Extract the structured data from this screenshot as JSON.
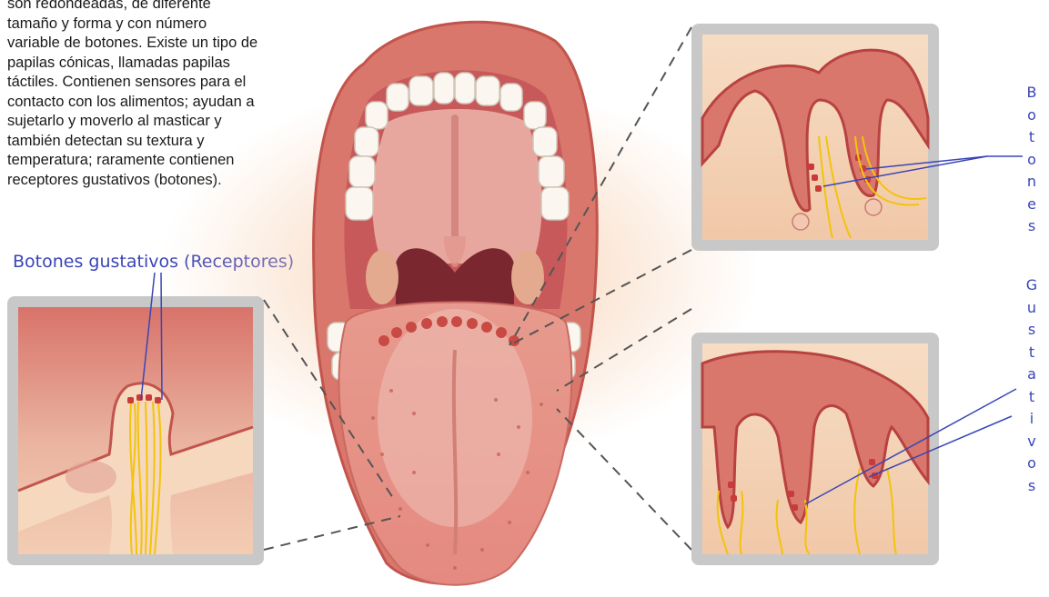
{
  "description_lines": [
    "son redondeadas, de diferente",
    "tamaño y forma y con número",
    "variable de botones. Existe un tipo de",
    "papilas cónicas, llamadas papilas",
    "táctiles. Contienen sensores para el",
    "contacto con los alimentos; ayudan a",
    "sujetarlo y moverlo al masticar y",
    "también detectan su textura y",
    "temperatura; raramente contienen",
    "receptores gustativos (botones)."
  ],
  "labels": {
    "left_callout": "Botones gustativos (Receptores)",
    "right_vertical_1": [
      "B",
      "o",
      "t",
      "o",
      "n",
      "e",
      "s"
    ],
    "right_vertical_2": [
      "G",
      "u",
      "s",
      "t",
      "a",
      "t",
      "i",
      "v",
      "o",
      "s"
    ]
  },
  "colors": {
    "label_blue": "#3a45b8",
    "tissue_dark": "#b8423f",
    "tissue_mid": "#d9827a",
    "tissue_light": "#efb7a7",
    "nerve_yellow": "#f2c40a",
    "frame_gray": "#c8c8c8"
  }
}
